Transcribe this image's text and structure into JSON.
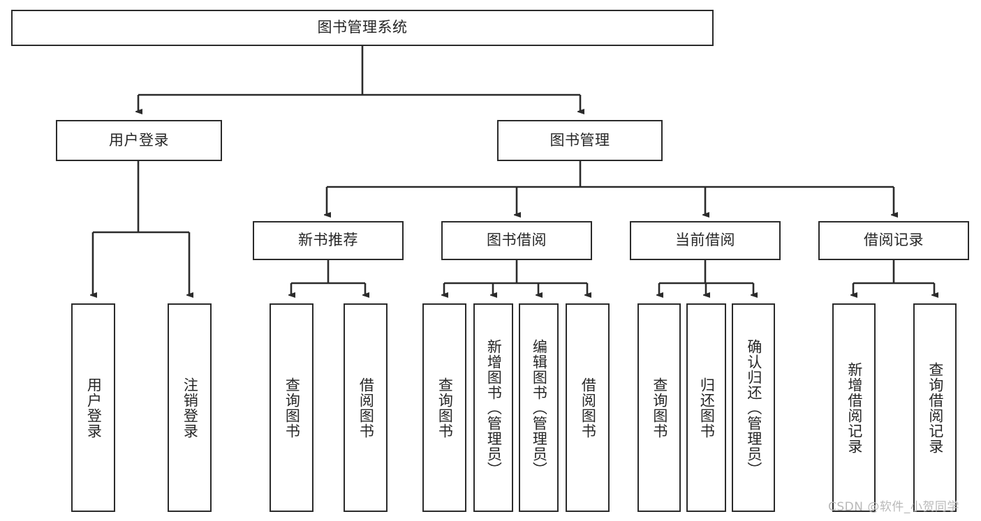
{
  "diagram": {
    "title": "图书管理系统",
    "watermark": "CSDN @软件_小贺同学",
    "stroke_color": "#2b2b2b",
    "text_color": "#262626",
    "background_color": "#ffffff",
    "watermark_color": "#b9b9b9"
  },
  "nodes": {
    "root": {
      "label": "图书管理系统"
    },
    "level2": [
      {
        "label": "用户登录"
      },
      {
        "label": "图书管理"
      }
    ],
    "level3": [
      {
        "label": "新书推荐"
      },
      {
        "label": "图书借阅"
      },
      {
        "label": "当前借阅"
      },
      {
        "label": "借阅记录"
      }
    ],
    "leaves": {
      "user_login": [
        {
          "label": "用户登录"
        },
        {
          "label": "注销登录"
        }
      ],
      "new_book": [
        {
          "label": "查询图书"
        },
        {
          "label": "借阅图书"
        }
      ],
      "book_borrow": [
        {
          "label": "查询图书"
        },
        {
          "label": "新增图书（管理员）"
        },
        {
          "label": "编辑图书（管理员）"
        },
        {
          "label": "借阅图书"
        }
      ],
      "current_borrow": [
        {
          "label": "查询图书"
        },
        {
          "label": "归还图书"
        },
        {
          "label": "确认归还（管理员）"
        }
      ],
      "borrow_record": [
        {
          "label": "新增借阅记录"
        },
        {
          "label": "查询借阅记录"
        }
      ]
    }
  }
}
